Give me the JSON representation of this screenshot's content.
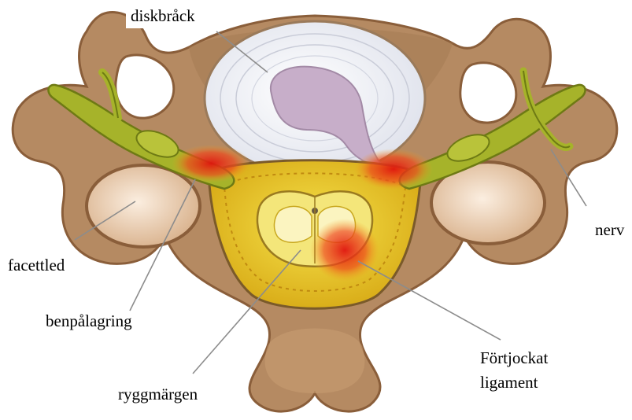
{
  "labels": {
    "disc_herniation": "diskbråck",
    "nerve": "nerv",
    "facet_joint": "facettled",
    "bone_spur": "benpålagring",
    "spinal_cord": "ryggmärgen",
    "ligament_line1": "Förtjockat",
    "ligament_line2": "ligament"
  },
  "colors": {
    "bone": "#b58a62",
    "bone_dark": "#8a5e3a",
    "disc": "#eef0f6",
    "nucleus": "#c7aec9",
    "nerve": "#a6b32a",
    "canal": "#e6c21f",
    "cord": "#f4e67a",
    "inflammation": "#e8201a",
    "leader": "#8c8c8c"
  },
  "icons": [
    "vertebra-illustration"
  ]
}
